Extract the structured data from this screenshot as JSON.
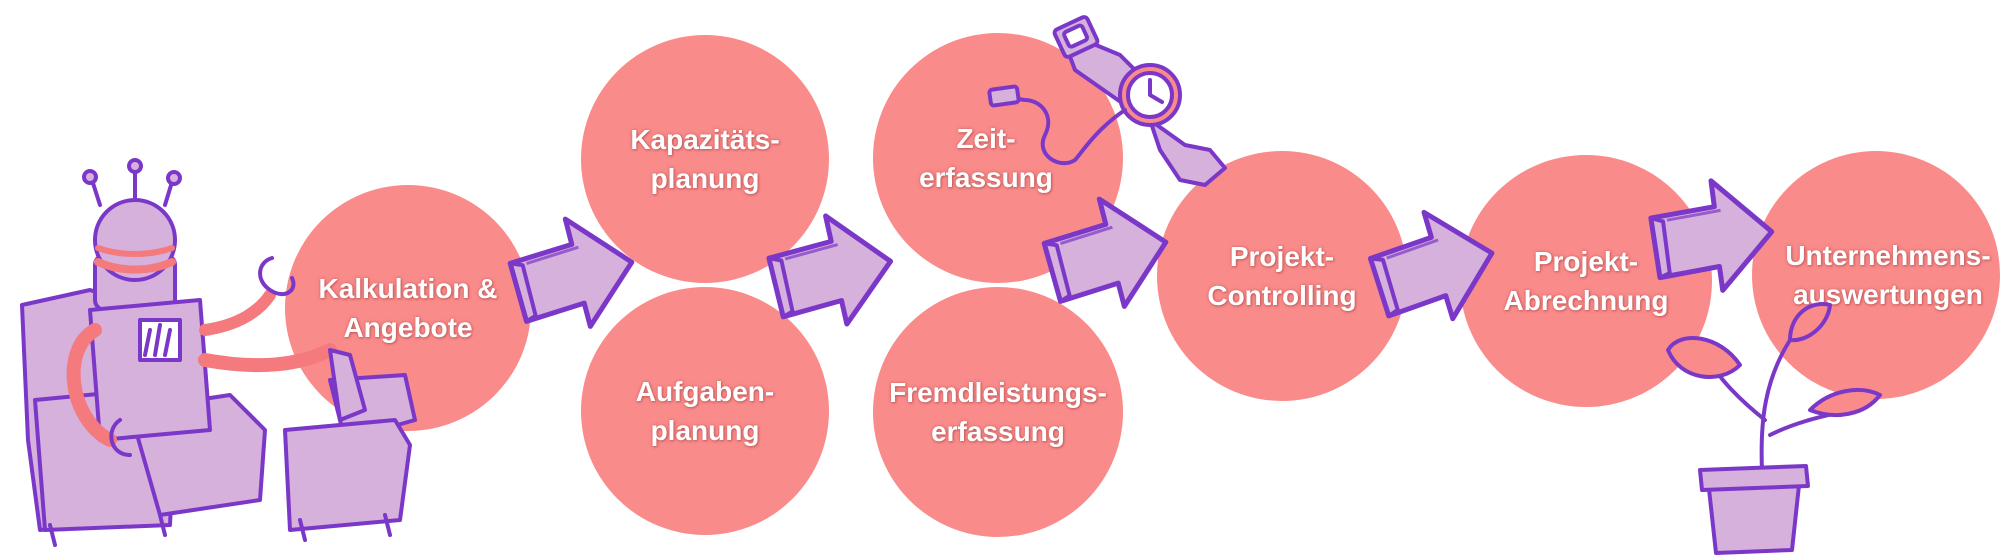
{
  "colors": {
    "circle": "#fa8b8b",
    "arrow_fill": "#d5b1dc",
    "arrow_stroke": "#7b38c8",
    "accent": "#f47a7e"
  },
  "steps": [
    {
      "label": "Kalkulation &\nAngebote"
    },
    {
      "label": "Kapazitäts-\nplanung"
    },
    {
      "label": "Aufgaben-\nplanung"
    },
    {
      "label": "Zeit-\nerfassung"
    },
    {
      "label": "Fremdleistungs-\nerfassung"
    },
    {
      "label": "Projekt-\nControlling"
    },
    {
      "label": "Projekt-\nAbrechnung"
    },
    {
      "label": "Unternehmens-\nauswertungen"
    }
  ],
  "icons": [
    "robot-in-armchair-icon",
    "wristwatch-with-cable-icon",
    "potted-plant-icon",
    "arrow-right-icon"
  ]
}
